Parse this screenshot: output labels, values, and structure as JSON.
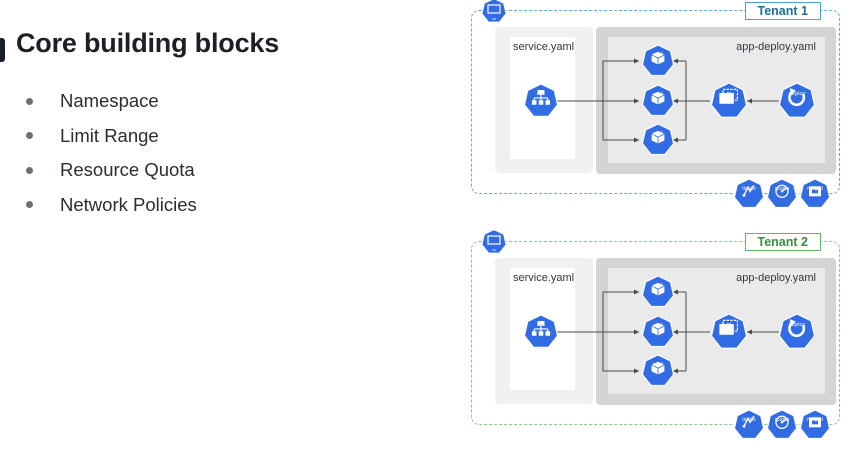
{
  "slide": {
    "title": "Core building blocks",
    "bullets": [
      "Namespace",
      "Limit Range",
      "Resource Quota",
      "Network Policies"
    ]
  },
  "colors": {
    "k8s_blue": "#326ce5",
    "tenant1_border": "#6aa8d6",
    "tenant2_border": "#8cc58f",
    "arrow": "#4a4a4a"
  },
  "tenants": [
    {
      "label": "Tenant 1",
      "namespace_icon": {
        "name": "namespace-icon",
        "caption": "ns"
      },
      "service_file": "service.yaml",
      "deploy_file": "app-deploy.yaml",
      "service_icon": {
        "name": "service-icon",
        "caption": "svc"
      },
      "pods": [
        {
          "name": "pod-icon",
          "caption": "pod"
        },
        {
          "name": "pod-icon",
          "caption": "pod"
        },
        {
          "name": "pod-icon",
          "caption": "pod"
        }
      ],
      "replicaset_icon": {
        "name": "replicaset-icon",
        "caption": "rs"
      },
      "deployment_icon": {
        "name": "deployment-icon",
        "caption": "deploy"
      },
      "policy_icons": [
        {
          "name": "limitrange-icon",
          "caption": "limits"
        },
        {
          "name": "resourcequota-icon",
          "caption": "quota"
        },
        {
          "name": "networkpolicy-icon",
          "caption": "netpol"
        }
      ]
    },
    {
      "label": "Tenant 2",
      "namespace_icon": {
        "name": "namespace-icon",
        "caption": "ns"
      },
      "service_file": "service.yaml",
      "deploy_file": "app-deploy.yaml",
      "service_icon": {
        "name": "service-icon",
        "caption": "svc"
      },
      "pods": [
        {
          "name": "pod-icon",
          "caption": "pod"
        },
        {
          "name": "pod-icon",
          "caption": "pod"
        },
        {
          "name": "pod-icon",
          "caption": "pod"
        }
      ],
      "replicaset_icon": {
        "name": "replicaset-icon",
        "caption": "rs"
      },
      "deployment_icon": {
        "name": "deployment-icon",
        "caption": "deploy"
      },
      "policy_icons": [
        {
          "name": "limitrange-icon",
          "caption": "limits"
        },
        {
          "name": "resourcequota-icon",
          "caption": "quota"
        },
        {
          "name": "networkpolicy-icon",
          "caption": "netpol"
        }
      ]
    }
  ]
}
